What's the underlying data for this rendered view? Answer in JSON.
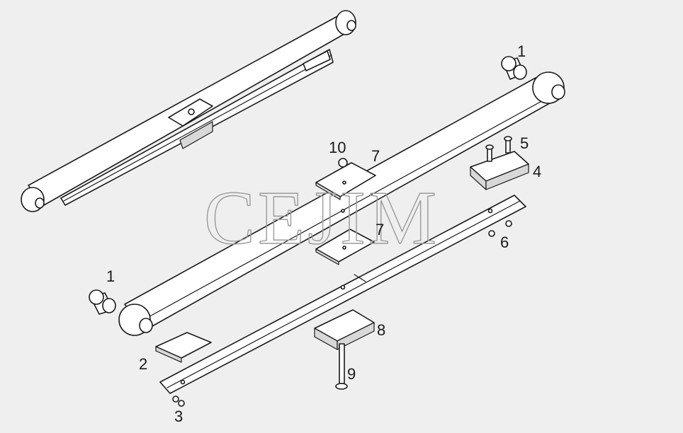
{
  "watermark": "CEJIM",
  "callouts": [
    {
      "id": "c1a",
      "text": "1"
    },
    {
      "id": "c1b",
      "text": "1"
    },
    {
      "id": "c2",
      "text": "2"
    },
    {
      "id": "c3",
      "text": "3"
    },
    {
      "id": "c4",
      "text": "4"
    },
    {
      "id": "c5",
      "text": "5"
    },
    {
      "id": "c6",
      "text": "6"
    },
    {
      "id": "c7a",
      "text": "7"
    },
    {
      "id": "c7b",
      "text": "7"
    },
    {
      "id": "c8",
      "text": "8"
    },
    {
      "id": "c9",
      "text": "9"
    },
    {
      "id": "c10",
      "text": "10"
    }
  ],
  "colors": {
    "background": "#efefef",
    "line": "#1a1a1a",
    "watermark": "#9a9a9a"
  }
}
